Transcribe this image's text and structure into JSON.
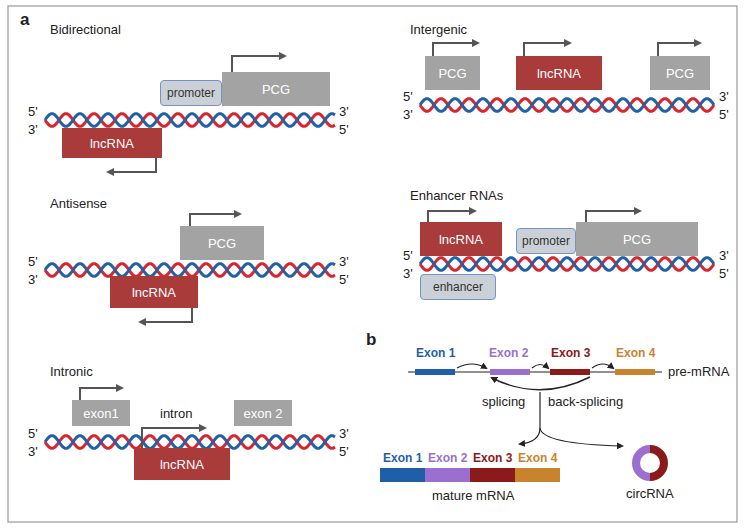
{
  "diagram": {
    "nodes": [
      {
        "text": [
          "promoter"
        ]
      },
      {
        "text": [
          "PCG"
        ]
      },
      {
        "text": [
          "lncRNA"
        ]
      },
      {
        "text": [
          "PCG"
        ]
      },
      {
        "text": [
          "lncRNA"
        ]
      },
      {
        "text": [
          "PCG"
        ]
      },
      {
        "text": [
          "PCG"
        ]
      },
      {
        "text": [
          "lncRNA"
        ]
      },
      {
        "text": [
          "lncRNA"
        ]
      },
      {
        "text": [
          "promoter"
        ]
      },
      {
        "text": [
          "PCG"
        ]
      },
      {
        "text": [
          "enhancer"
        ]
      },
      {
        "text": [
          "exon1"
        ]
      },
      {
        "text": [
          "lncRNA"
        ]
      },
      {
        "text": [
          "exon 2"
        ]
      }
    ],
    "labels": [
      "a",
      "Bidirectional",
      "5'",
      "3'",
      "3'",
      "5'",
      "Intergenic",
      "5'",
      "3'",
      "3'",
      "5'",
      "Antisense",
      "5'",
      "3'",
      "3'",
      "5'",
      "Enhancer RNAs",
      "5'",
      "3'",
      "3'",
      "5'",
      "Intronic",
      "intron",
      "5'",
      "3'",
      "3'",
      "5'",
      "b",
      "Exon 1",
      "Exon 2",
      "Exon 3",
      "Exon 4",
      "pre-mRNA",
      "splicing",
      "back-splicing",
      "Exon 1",
      "Exon 2",
      "Exon 3",
      "Exon 4",
      "mature mRNA",
      "circRNA"
    ]
  }
}
